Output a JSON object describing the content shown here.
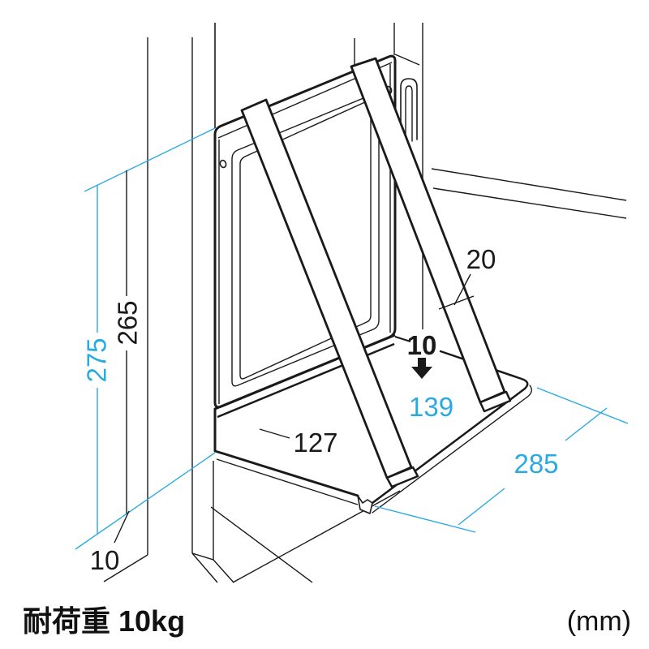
{
  "diagram": {
    "type": "product-dimension-drawing",
    "labels": {
      "overall_height": "275",
      "plate_height": "265",
      "brace_width": "20",
      "hook_drop": "10",
      "inner_width": "139",
      "front_width": "127",
      "shelf_depth": "285",
      "bottom_gap": "10"
    },
    "footer": {
      "load_capacity": "耐荷重 10kg",
      "units": "(mm)"
    },
    "colors": {
      "dimension_accent": "#29abe2",
      "ink": "#1a1a1a",
      "paper": "#ffffff"
    }
  }
}
